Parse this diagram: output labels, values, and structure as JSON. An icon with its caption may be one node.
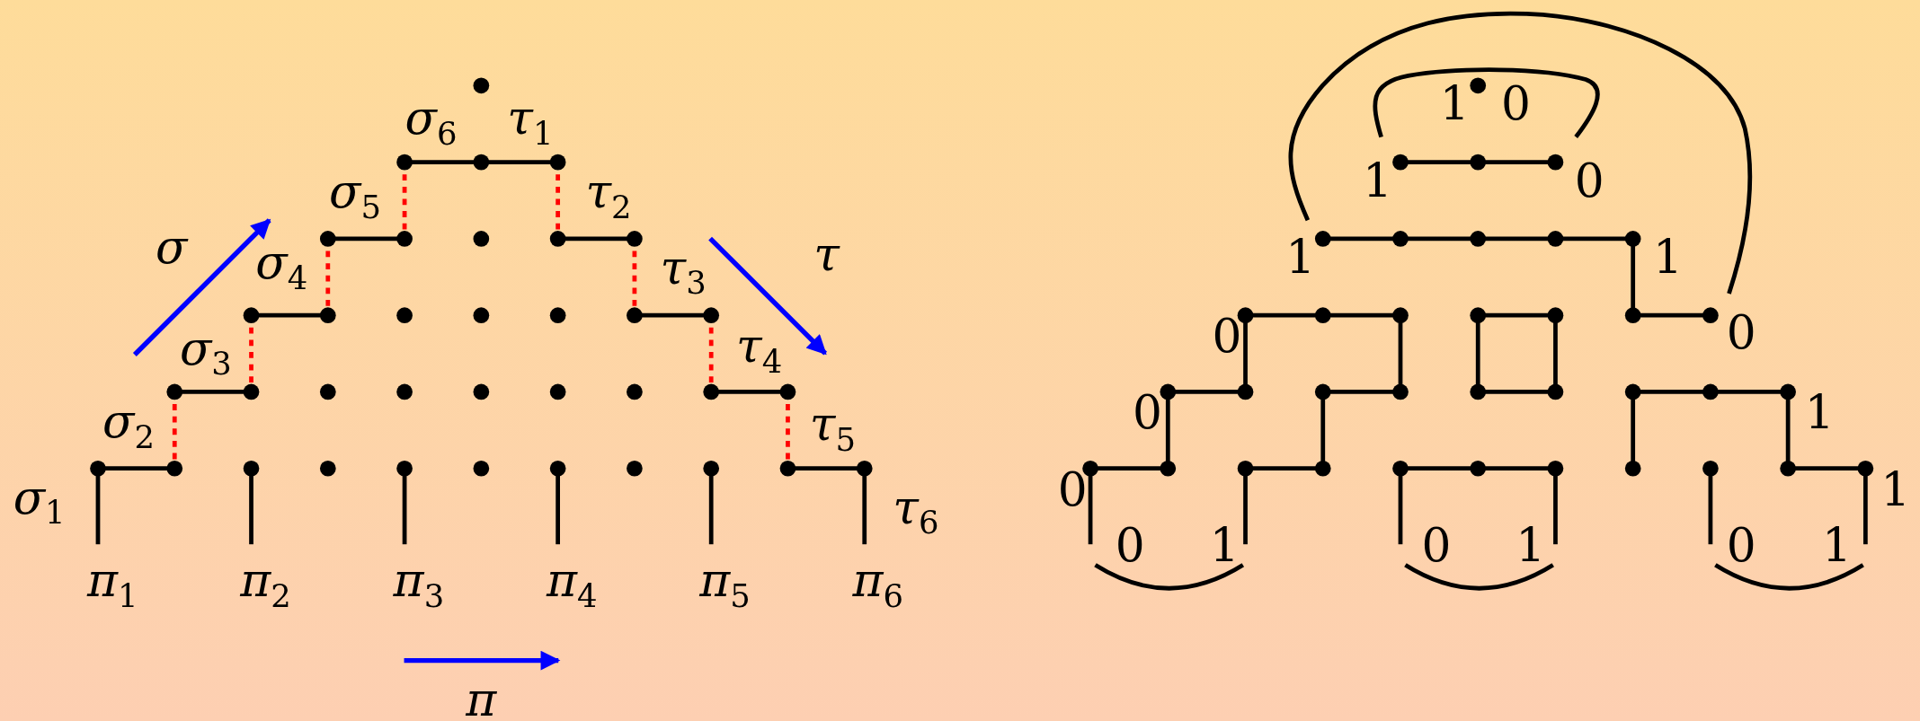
{
  "diagram": {
    "labels": [
      "σ$_{6}$",
      "τ$_{1}$",
      "σ$_{5}$",
      "τ$_{2}$",
      "σ",
      "τ",
      "σ$_{4}$",
      "τ$_{3}$",
      "σ$_{3}$",
      "τ$_{4}$",
      "σ$_{2}$",
      "τ$_{5}$",
      "σ$_{1}$",
      "τ$_{6}$",
      "π$_{1}$",
      "π$_{2}$",
      "π$_{3}$",
      "π$_{4}$",
      "π$_{5}$",
      "π$_{6}$",
      "π",
      "1",
      "0",
      "1",
      "0",
      "1",
      "1",
      "0",
      "0",
      "0",
      "1",
      "0",
      "1",
      "0",
      "1",
      "0",
      "1",
      "0",
      "1"
    ]
  }
}
